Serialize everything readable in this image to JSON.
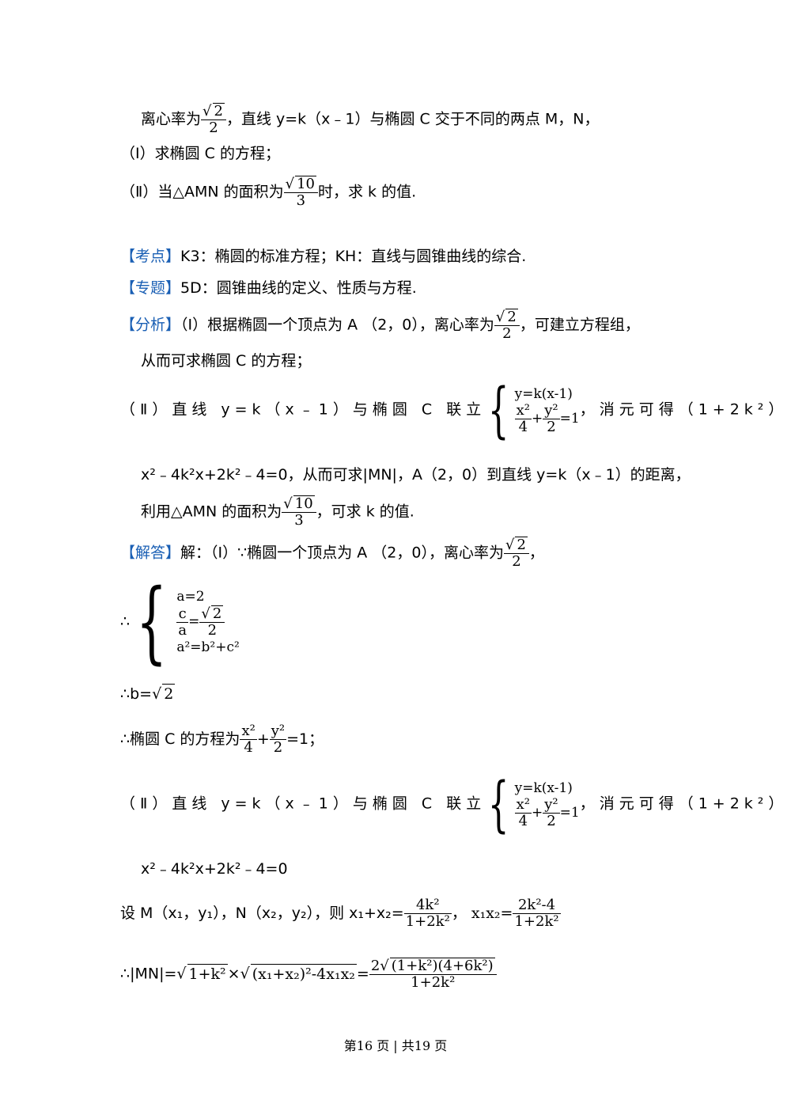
{
  "problem": {
    "line1_a": "离心率为",
    "line1_b": "，直线 y=k（x﹣1）与椭圆 C 交于不同的两点 M，N，",
    "q1": "（Ⅰ）求椭圆 C 的方程；",
    "q2_a": "（Ⅱ）当△AMN 的面积为",
    "q2_b": "时，求 k 的值."
  },
  "kaodian": {
    "tag": "【考点】",
    "text": "K3：椭圆的标准方程；KH：直线与圆锥曲线的综合."
  },
  "zhuanti": {
    "tag": "【专题】",
    "text": "5D：圆锥曲线的定义、性质与方程."
  },
  "fenxi": {
    "tag": "【分析】",
    "l1_a": "（Ⅰ）根据椭圆一个顶点为 A （2，0），离心率为",
    "l1_b": "，可建立方程组，",
    "l2": "从而可求椭圆 C 的方程；",
    "l3_a": "（Ⅱ）直线 y=k（x﹣1）与椭圆 C 联立",
    "l3_b": "，消元可得（1+2k²）",
    "l4": "x²﹣4k²x+2k²﹣4=0，从而可求|MN|，A（2，0）到直线 y=k（x﹣1）的距离，",
    "l5_a": "利用△AMN 的面积为",
    "l5_b": "，可求 k 的值."
  },
  "jieda": {
    "tag": "【解答】",
    "l1_a": "解：（Ⅰ）∵椭圆一个顶点为 A （2，0），离心率为",
    "l1_b": "，",
    "therefore": "∴",
    "b_line": "∴b=",
    "eq_a": "∴椭圆 C 的方程为",
    "eq_b": "=1；",
    "p2_a": "（Ⅱ）直线 y=k（x﹣1）与椭圆 C 联立",
    "p2_b": "，消元可得（1+2k²）",
    "p2_c": "x²﹣4k²x+2k²﹣4=0",
    "set_a": "设 M（x₁，y₁），N（x₂，y₂），则 x₁+x₂=",
    "set_b": "，",
    "mn_a": "∴|MN|="
  },
  "math": {
    "sqrt2": "2",
    "denom2": "2",
    "sqrt10": "10",
    "denom3": "3",
    "sys_l1": "y=k(x-1)",
    "x2": "x²",
    "four": "4",
    "y2": "y²",
    "two": "2",
    "eq_one": "=1",
    "a_eq2": "a=2",
    "c": "c",
    "a": "a",
    "a2_rel": "a²=b²+c²",
    "sum_num": "4k²",
    "den": "1+2k²",
    "prod_label": "x₁x₂=",
    "prod_num": "2k²-4",
    "rad1": "1+k²",
    "times": "×",
    "rad2": "(x₁+x₂)²-4x₁x₂",
    "eq": "=",
    "res_num_coef": "2",
    "res_rad": "(1+k²)(4+6k²)"
  },
  "footer": "第16 页 | 共19 页"
}
